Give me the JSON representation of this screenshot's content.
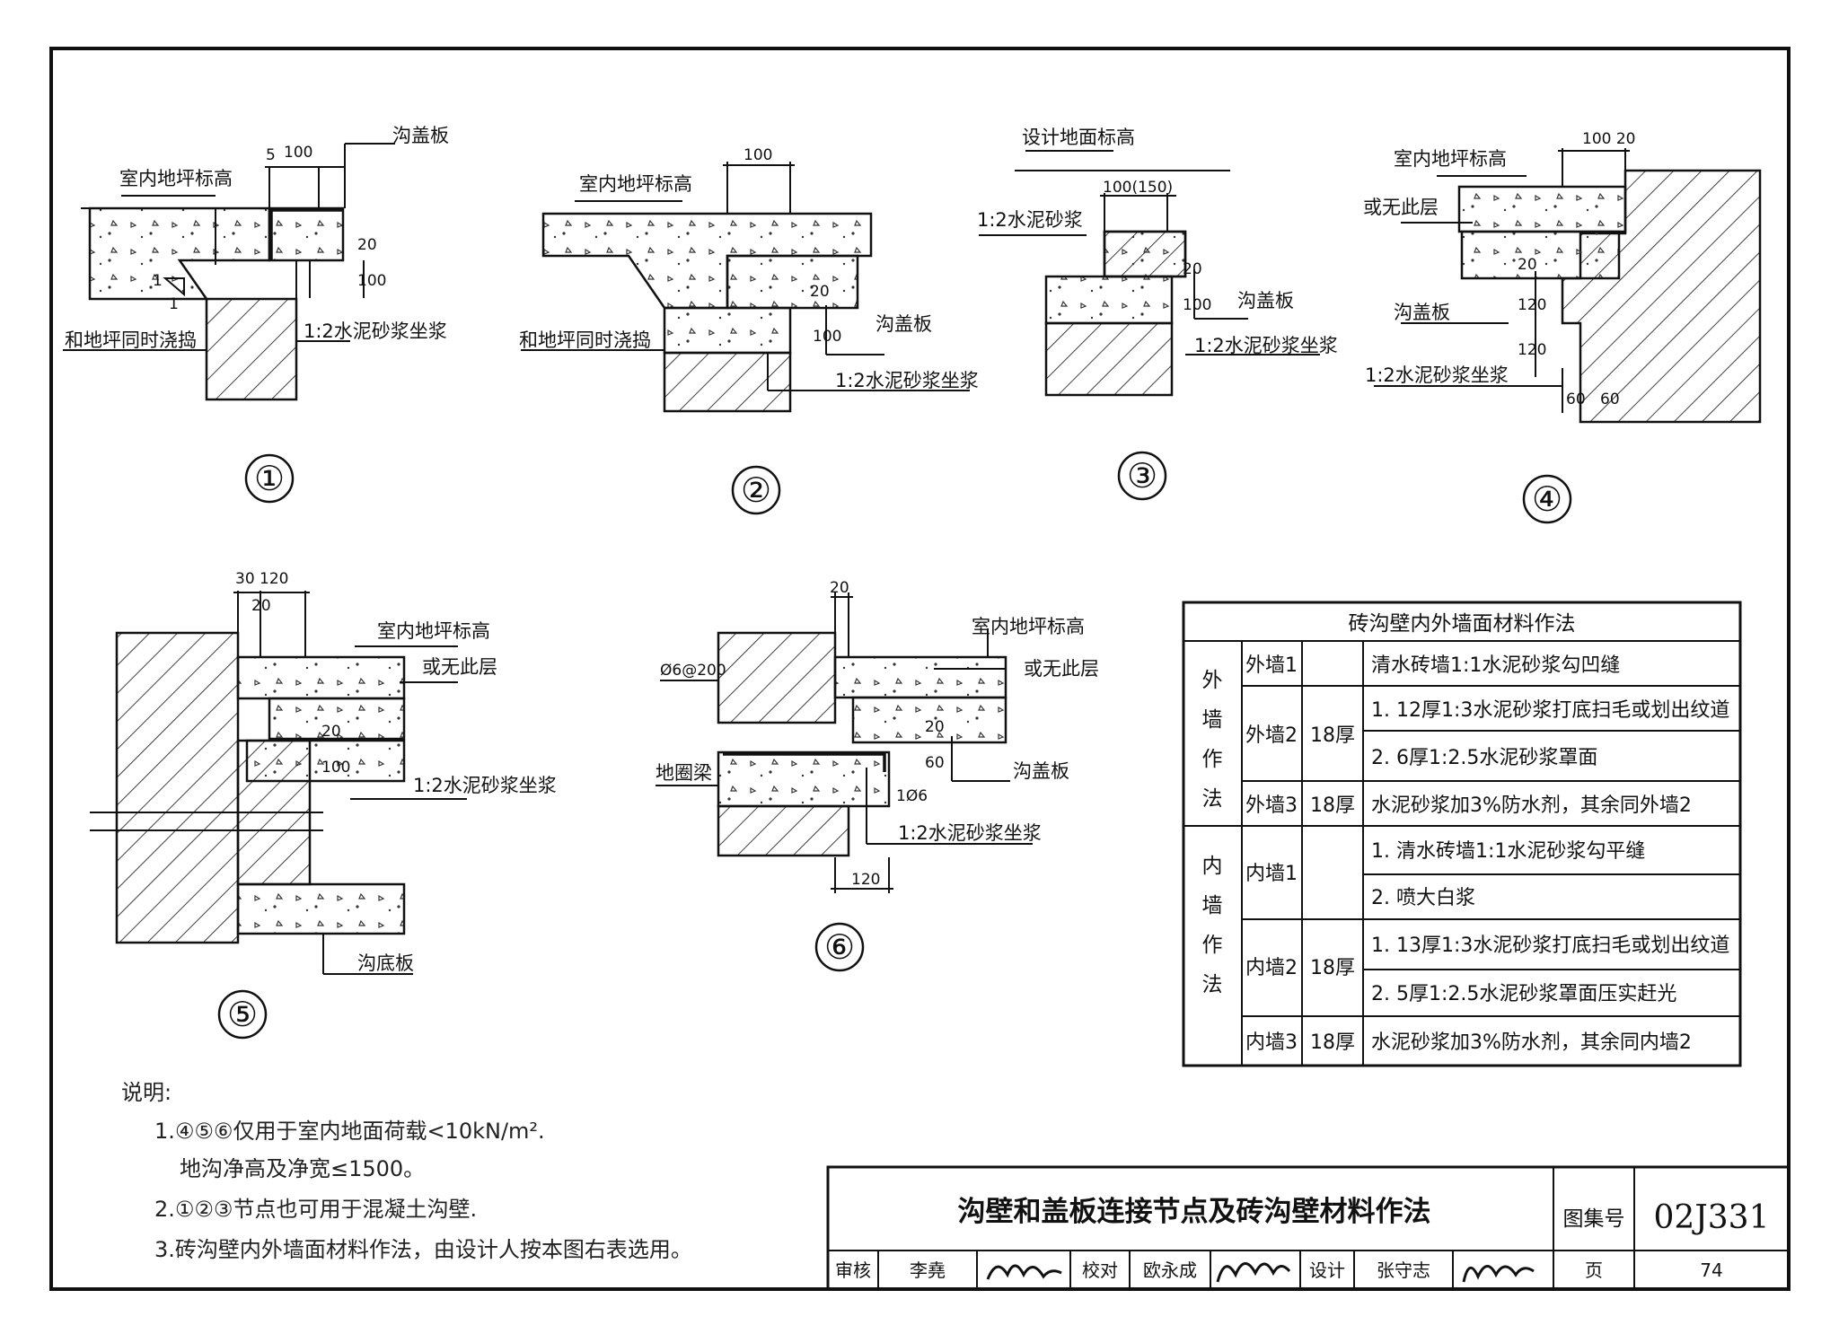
{
  "details": {
    "d1": {
      "num": "①",
      "floor_label": "室内地坪标高",
      "cover_label": "沟盖板",
      "pour_label": "和地坪同时浇捣",
      "mortar_label": "1:2水泥砂浆坐浆",
      "dim_5": "5",
      "dim_100": "100",
      "dim_20": "20",
      "dim_100b": "100",
      "slope_1a": "1",
      "slope_1b": "1"
    },
    "d2": {
      "num": "②",
      "floor_label": "室内地坪标高",
      "cover_label": "沟盖板",
      "pour_label": "和地坪同时浇捣",
      "mortar_label": "1:2水泥砂浆坐浆",
      "dim_100": "100",
      "dim_20": "20",
      "dim_100b": "100"
    },
    "d3": {
      "num": "③",
      "ground_label": "设计地面标高",
      "mortar_top_label": "1:2水泥砂浆",
      "cover_label": "沟盖板",
      "mortar_label": "1:2水泥砂浆坐浆",
      "dim_top": "100(150)",
      "dim_20": "20",
      "dim_100": "100"
    },
    "d4": {
      "num": "④",
      "floor_label": "室内地坪标高",
      "nolayer_label": "或无此层",
      "cover_label": "沟盖板",
      "mortar_label": "1:2水泥砂浆坐浆",
      "dim_top": "100 20",
      "dim_20": "20",
      "dim_120a": "120",
      "dim_120b": "120",
      "dim_60a": "60",
      "dim_60b": "60"
    },
    "d5": {
      "num": "⑤",
      "floor_label": "室内地坪标高",
      "nolayer_label": "或无此层",
      "mortar_label": "1:2水泥砂浆坐浆",
      "bottom_label": "沟底板",
      "dim_top": "30 120",
      "dim_20a": "20",
      "dim_20b": "20",
      "dim_100": "100"
    },
    "d6": {
      "num": "⑥",
      "floor_label": "室内地坪标高",
      "nolayer_label": "或无此层",
      "rebar_label": "Ø6@200",
      "beam_label": "地圈梁",
      "cover_label": "沟盖板",
      "mortar_label": "1:2水泥砂浆坐浆",
      "rebar2_label": "1Ø6",
      "dim_20top": "20",
      "dim_20": "20",
      "dim_60": "60",
      "dim_120": "120"
    }
  },
  "materials_table": {
    "title": "砖沟壁内外墙面材料作法",
    "outer_group": "外墙作法",
    "inner_group": "内墙作法",
    "rows": [
      {
        "name": "外墙1",
        "thick": "",
        "steps": [
          "清水砖墙1:1水泥砂浆勾凹缝"
        ]
      },
      {
        "name": "外墙2",
        "thick": "18厚",
        "steps": [
          "1. 12厚1:3水泥砂浆打底扫毛或划出纹道",
          "2. 6厚1:2.5水泥砂浆罩面"
        ]
      },
      {
        "name": "外墙3",
        "thick": "18厚",
        "steps": [
          "水泥砂浆加3%防水剂，其余同外墙2"
        ]
      },
      {
        "name": "内墙1",
        "thick": "",
        "steps": [
          "1. 清水砖墙1:1水泥砂浆勾平缝",
          "2. 喷大白浆"
        ]
      },
      {
        "name": "内墙2",
        "thick": "18厚",
        "steps": [
          "1. 13厚1:3水泥砂浆打底扫毛或划出纹道",
          "2. 5厚1:2.5水泥砂浆罩面压实赶光"
        ]
      },
      {
        "name": "内墙3",
        "thick": "18厚",
        "steps": [
          "水泥砂浆加3%防水剂，其余同内墙2"
        ]
      }
    ]
  },
  "notes": {
    "heading": "说明:",
    "line1": "1.④⑤⑥仅用于室内地面荷载<10kN/m².",
    "line1b": "地沟净高及净宽≤1500。",
    "line2": "2.①②③节点也可用于混凝土沟壁.",
    "line3": "3.砖沟壁内外墙面材料作法，由设计人按本图右表选用。"
  },
  "title_block": {
    "title": "沟壁和盖板连接节点及砖沟壁材料作法",
    "atlas_label": "图集号",
    "atlas_code": "02J331",
    "review_label": "审核",
    "reviewer": "李堯",
    "check_label": "校对",
    "checker": "欧永成",
    "design_label": "设计",
    "designer": "张守志",
    "page_label": "页",
    "page_num": "74"
  }
}
